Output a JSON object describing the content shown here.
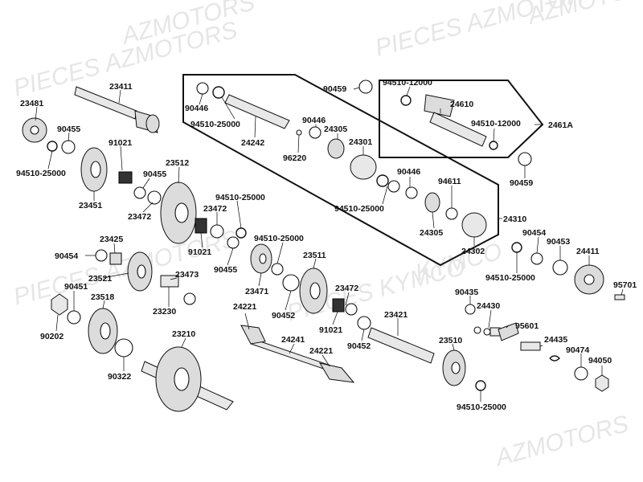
{
  "watermarks": [
    "PIECES AZMOTORS",
    "AZMOTORS",
    "PIECES AZMOTORS",
    "PIECES KYMCO",
    "AZMOTORS",
    "PIECES AZMOTORS",
    "AZMOTORS",
    "KYMCO"
  ],
  "labels": [
    {
      "id": "23481",
      "text": "23481"
    },
    {
      "id": "23411",
      "text": "23411"
    },
    {
      "id": "90455a",
      "text": "90455"
    },
    {
      "id": "91021a",
      "text": "91021"
    },
    {
      "id": "94510-25000a",
      "text": "94510-25000"
    },
    {
      "id": "90455b",
      "text": "90455"
    },
    {
      "id": "23512",
      "text": "23512"
    },
    {
      "id": "23451",
      "text": "23451"
    },
    {
      "id": "23472a",
      "text": "23472"
    },
    {
      "id": "94510-25000b",
      "text": "94510-25000"
    },
    {
      "id": "23472b",
      "text": "23472"
    },
    {
      "id": "91021b",
      "text": "91021"
    },
    {
      "id": "90455c",
      "text": "90455"
    },
    {
      "id": "23425",
      "text": "23425"
    },
    {
      "id": "90454a",
      "text": "90454"
    },
    {
      "id": "23521",
      "text": "23521"
    },
    {
      "id": "23473",
      "text": "23473"
    },
    {
      "id": "90451",
      "text": "90451"
    },
    {
      "id": "23518",
      "text": "23518"
    },
    {
      "id": "23230",
      "text": "23230"
    },
    {
      "id": "90202",
      "text": "90202"
    },
    {
      "id": "94510-25000c",
      "text": "94510-25000"
    },
    {
      "id": "23511",
      "text": "23511"
    },
    {
      "id": "23471",
      "text": "23471"
    },
    {
      "id": "90452a",
      "text": "90452"
    },
    {
      "id": "23472c",
      "text": "23472"
    },
    {
      "id": "24221a",
      "text": "24221"
    },
    {
      "id": "24241",
      "text": "24241"
    },
    {
      "id": "24221b",
      "text": "24221"
    },
    {
      "id": "91021c",
      "text": "91021"
    },
    {
      "id": "90452b",
      "text": "90452"
    },
    {
      "id": "23421",
      "text": "23421"
    },
    {
      "id": "23210",
      "text": "23210"
    },
    {
      "id": "90322",
      "text": "90322"
    },
    {
      "id": "90446a",
      "text": "90446"
    },
    {
      "id": "94510-25000d",
      "text": "94510-25000"
    },
    {
      "id": "24242",
      "text": "24242"
    },
    {
      "id": "90446b",
      "text": "90446"
    },
    {
      "id": "24305a",
      "text": "24305"
    },
    {
      "id": "24301",
      "text": "24301"
    },
    {
      "id": "96220",
      "text": "96220"
    },
    {
      "id": "90446c",
      "text": "90446"
    },
    {
      "id": "94611",
      "text": "94611"
    },
    {
      "id": "94510-25000e",
      "text": "94510-25000"
    },
    {
      "id": "24305b",
      "text": "24305"
    },
    {
      "id": "24310",
      "text": "24310"
    },
    {
      "id": "24302",
      "text": "24302"
    },
    {
      "id": "90459a",
      "text": "90459"
    },
    {
      "id": "94510-12000a",
      "text": "94510-12000"
    },
    {
      "id": "24610",
      "text": "24610"
    },
    {
      "id": "94510-12000b",
      "text": "94510-12000"
    },
    {
      "id": "2461A",
      "text": "2461A"
    },
    {
      "id": "90459b",
      "text": "90459"
    },
    {
      "id": "90454b",
      "text": "90454"
    },
    {
      "id": "90453",
      "text": "90453"
    },
    {
      "id": "24411",
      "text": "24411"
    },
    {
      "id": "94510-25000f",
      "text": "94510-25000"
    },
    {
      "id": "95701",
      "text": "95701"
    },
    {
      "id": "90435",
      "text": "90435"
    },
    {
      "id": "24430",
      "text": "24430"
    },
    {
      "id": "95601",
      "text": "95601"
    },
    {
      "id": "23510",
      "text": "23510"
    },
    {
      "id": "24435",
      "text": "24435"
    },
    {
      "id": "90474",
      "text": "90474"
    },
    {
      "id": "94050",
      "text": "94050"
    },
    {
      "id": "94510-25000g",
      "text": "94510-25000"
    }
  ]
}
